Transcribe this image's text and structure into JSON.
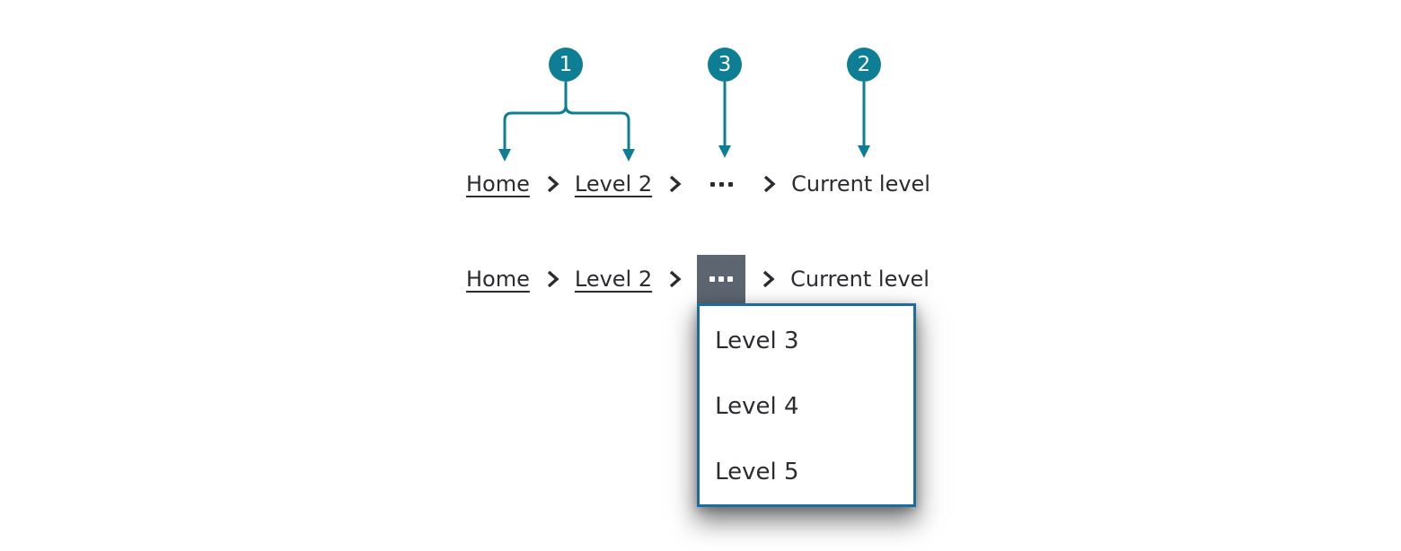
{
  "palette": {
    "background": "#ffffff",
    "accent_teal": "#0d7e94",
    "text": "#2b2b30",
    "overflow_button_bg": "#5d6570",
    "overflow_dots": "#ffffff",
    "dropdown_border": "#1e6b9e",
    "dropdown_bg": "#ffffff"
  },
  "icons": {
    "separator": "chevron-right",
    "overflow": "ellipsis-horizontal"
  },
  "callouts": [
    {
      "label": "1"
    },
    {
      "label": "3"
    },
    {
      "label": "2"
    }
  ],
  "breadcrumb_default": {
    "home": "Home",
    "level_2": "Level 2",
    "current": "Current level"
  },
  "breadcrumb_expanded": {
    "home": "Home",
    "level_2": "Level 2",
    "current": "Current level"
  },
  "dropdown": {
    "items": [
      "Level 3",
      "Level 4",
      "Level 5"
    ]
  }
}
